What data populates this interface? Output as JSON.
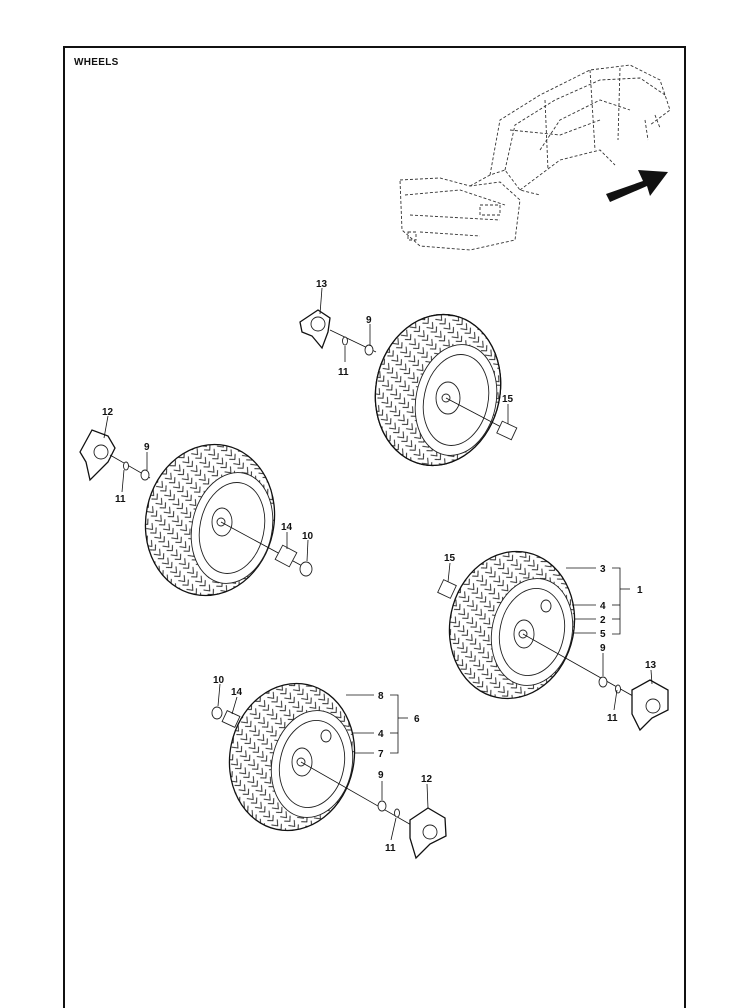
{
  "title": "WHEELS",
  "callouts": {
    "c13a": "13",
    "c9a": "9",
    "c11a": "11",
    "c15a": "15",
    "c12a": "12",
    "c9b": "9",
    "c11b": "11",
    "c14a": "14",
    "c10a": "10",
    "c15b": "15",
    "c3": "3",
    "c1": "1",
    "c4a": "4",
    "c2": "2",
    "c5": "5",
    "c9c": "9",
    "c13b": "13",
    "c11c": "11",
    "c10b": "10",
    "c14b": "14",
    "c8": "8",
    "c6": "6",
    "c4b": "4",
    "c7": "7",
    "c9d": "9",
    "c12b": "12",
    "c11d": "11"
  }
}
